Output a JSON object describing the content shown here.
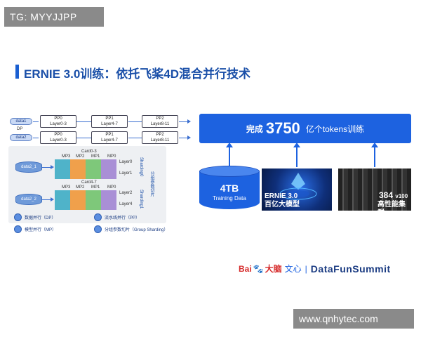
{
  "watermark_top": "TG: MYYJJPP",
  "watermark_bottom": "www.qnhytec.com",
  "slide": {
    "title": "ERNIE 3.0训练：依托飞桨4D混合并行技术"
  },
  "diagram": {
    "data_labels": [
      "data1",
      "DP",
      "data2"
    ],
    "pipeline_rows": [
      [
        {
          "stage": "PP0",
          "layers": "Layer0-3"
        },
        {
          "stage": "PP1",
          "layers": "Layer4-7"
        },
        {
          "stage": "PP2",
          "layers": "Layer8-11"
        }
      ],
      [
        {
          "stage": "PP0",
          "layers": "Layer0-3"
        },
        {
          "stage": "PP1",
          "layers": "Layer4-7"
        },
        {
          "stage": "PP2",
          "layers": "Layer8-11"
        }
      ]
    ],
    "group_a": {
      "db_label": "data2_1",
      "card_label": "Card0-3",
      "mp_labels": [
        "MP3",
        "MP2",
        "MP1",
        "MP0"
      ],
      "layers": [
        "Layer0",
        "Layer1"
      ]
    },
    "group_b": {
      "db_label": "data2_2",
      "card_label": "Card4-7",
      "mp_labels": [
        "MP3",
        "MP2",
        "MP1",
        "MP0"
      ],
      "layers": [
        "Layer2",
        "Layer4"
      ]
    },
    "sharding_labels": [
      "Sharding0",
      "分组参数切片",
      "Sharding1"
    ],
    "legend": [
      "数据并行（DP）",
      "流水线并行（PP）",
      "模型并行（MP）",
      "分组参数切片（Group Sharding）"
    ]
  },
  "right_panel": {
    "banner_prefix": "完成",
    "banner_number": "3750",
    "banner_suffix": "亿个tokens训练",
    "storage_value": "4TB",
    "storage_label": "Training Data",
    "model_name": "ERNIE 3.0",
    "model_desc": "百亿大模型",
    "gpu_count": "384",
    "gpu_model": "v100",
    "cluster_desc": "高性能集群"
  },
  "footer": {
    "baidu": "Bai",
    "baidu_cn": "大脑",
    "wenxin": "文心",
    "separator": "|",
    "brand": "DataFunSummit"
  },
  "colors": {
    "accent": "#1d62e0",
    "title": "#1a4fa8",
    "mp3": "#4fb3c9",
    "mp2": "#f0a04b",
    "mp1": "#7ec87a",
    "mp0": "#a98fd6"
  }
}
